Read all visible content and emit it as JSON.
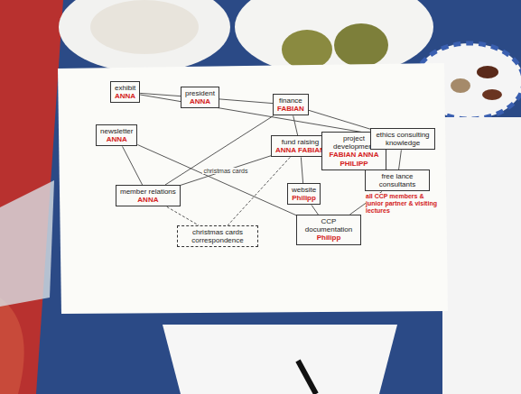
{
  "diagram": {
    "nodes": [
      {
        "text": [
          "exhibit",
          "ANNA"
        ]
      },
      {
        "text": [
          "president",
          "ANNA"
        ]
      },
      {
        "text": [
          "finance",
          "FABIAN"
        ]
      },
      {
        "text": [
          "newsletter",
          "ANNA"
        ]
      },
      {
        "text": [
          "fund raising",
          "ANNA FABIAN"
        ]
      },
      {
        "text": [
          "project development",
          "FABIAN ANNA PHILIPP"
        ]
      },
      {
        "text": [
          "ethics consulting knowledge"
        ]
      },
      {
        "text": [
          "free lance consultants",
          "all CCP members & junior partner & visiting lectures"
        ]
      },
      {
        "text": [
          "website",
          "Philipp"
        ]
      },
      {
        "text": [
          "member relations",
          "ANNA"
        ]
      },
      {
        "text": [
          "christmas cards correspondence"
        ]
      },
      {
        "text": [
          "CCP documentation",
          "Philipp"
        ]
      }
    ],
    "edges": [
      {
        "from": 0,
        "to": 1,
        "arrow": "none"
      },
      {
        "from": 0,
        "to": 6,
        "arrow": "none"
      },
      {
        "from": 1,
        "to": 2,
        "arrow": "none"
      },
      {
        "from": 2,
        "to": 4,
        "arrow": "none"
      },
      {
        "from": 2,
        "to": 6,
        "arrow": "none"
      },
      {
        "from": 3,
        "to": 9,
        "arrow": "none"
      },
      {
        "from": 3,
        "to": 11,
        "arrow": "none"
      },
      {
        "from": 9,
        "to": 4,
        "label": "christmas cards",
        "arrow": "none"
      },
      {
        "from": 9,
        "to": 2,
        "arrow": "none"
      },
      {
        "from": 4,
        "to": 10,
        "arrow": "none"
      },
      {
        "from": 9,
        "to": 10,
        "arrow": "none"
      },
      {
        "from": 4,
        "to": 5,
        "arrow": "none"
      },
      {
        "from": 5,
        "to": 6,
        "arrow": "none"
      },
      {
        "from": 6,
        "to": 7,
        "arrow": "none"
      },
      {
        "from": 4,
        "to": 8,
        "arrow": "none"
      },
      {
        "from": 8,
        "to": 11,
        "arrow": "none"
      },
      {
        "from": 7,
        "to": 11,
        "arrow": "none"
      }
    ]
  }
}
